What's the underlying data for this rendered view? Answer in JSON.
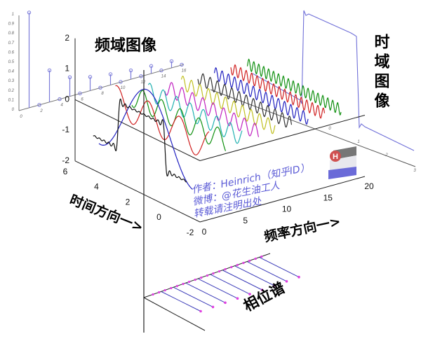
{
  "titles": {
    "frequency_domain": "频域图像",
    "time_domain": "时域图像",
    "time_direction": "时间方向一>",
    "frequency_direction": "频率方向一>",
    "phase_spectrum": "相位谱"
  },
  "watermark": {
    "line1": "作者：Heinrich（知乎ID）",
    "line2": "微博：@花生油工人",
    "line3": "转载请注明出处",
    "logo_letter": "H"
  },
  "axes3d": {
    "z_ticks": [
      "2",
      "1",
      "0",
      "-1",
      "-2"
    ],
    "time_ticks": [
      "6",
      "4",
      "2",
      "0",
      "-2"
    ],
    "freq_ticks": [
      "0",
      "5",
      "10",
      "15",
      "20"
    ]
  },
  "magnitude_plot": {
    "y_ticks": [
      "0",
      "0.1",
      "0.2",
      "0.3",
      "0.4",
      "0.5",
      "0.6",
      "0.7",
      "0.8",
      "0.9",
      "1"
    ],
    "x_ticks": [
      "0",
      "2",
      "4",
      "6",
      "8",
      "10",
      "12",
      "14",
      "16"
    ],
    "values": [
      1,
      0,
      0.333,
      0,
      0.2,
      0,
      0.143,
      0,
      0.111,
      0,
      0.091,
      0,
      0.077,
      0,
      0.067,
      0
    ]
  },
  "time_plot": {
    "x_ticks": [
      "0",
      "1",
      "2",
      "3"
    ]
  },
  "colors": {
    "stem": "#7b7bd9",
    "signal": "#7070d8",
    "phase_dot": "#e040e0",
    "watermark": "#5b5bd6",
    "harmonics": [
      "#2020c0",
      "#d02020",
      "#109010",
      "#20b0b0",
      "#c020c0",
      "#c0c020",
      "#303030",
      "#2020c0",
      "#d02020",
      "#109010"
    ]
  }
}
